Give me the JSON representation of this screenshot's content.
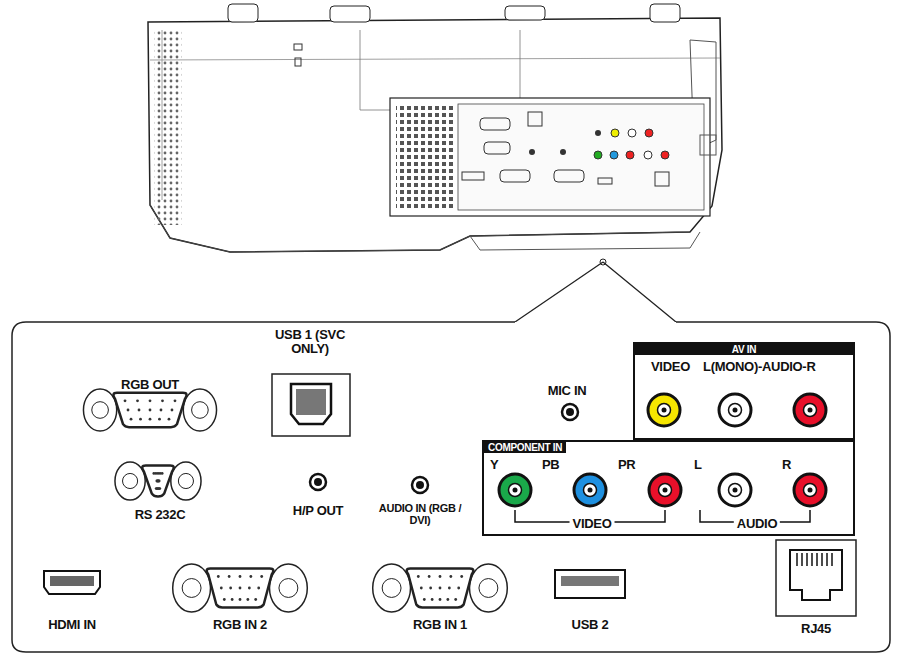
{
  "diagram": {
    "nodes": [
      {
        "text": [
          "AV IN",
          "VIDEO",
          "L(MONO)-AUDIO-R"
        ]
      },
      {
        "text": [
          "COMPONENT IN",
          "Y",
          "PB",
          "PR",
          "L",
          "R",
          "VIDEO",
          "AUDIO"
        ]
      },
      {
        "text": [
          "USB 1 (SVC ONLY)"
        ]
      },
      {
        "text": [
          "RJ45"
        ]
      }
    ],
    "labels": [
      "RGB OUT",
      "RS 232C",
      "H/P OUT",
      "AUDIO IN (RGB / DVI)",
      "MIC IN",
      "HDMI IN",
      "RGB IN 2",
      "RGB IN 1",
      "USB 2"
    ]
  }
}
